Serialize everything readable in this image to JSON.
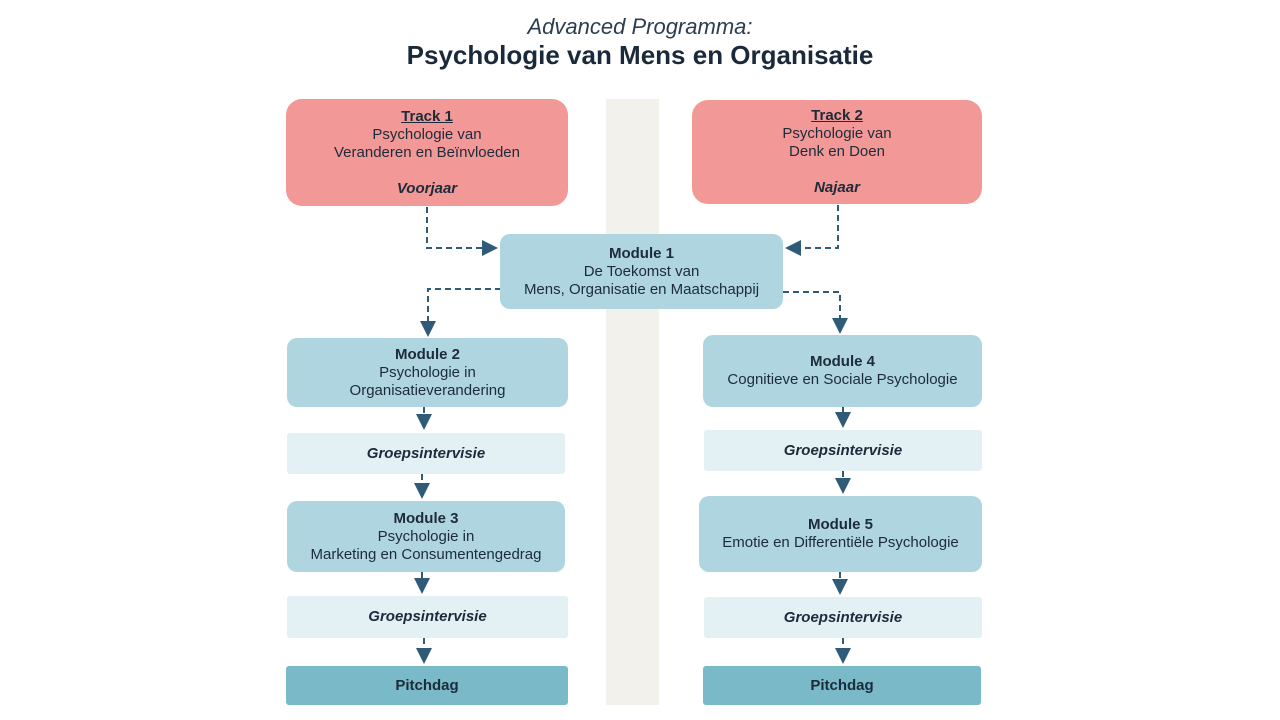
{
  "header": {
    "subtitle": "Advanced Programma:",
    "title": "Psychologie van Mens en Organisatie"
  },
  "track1": {
    "heading": "Track 1",
    "line1": "Psychologie van",
    "line2": "Veranderen en Beïnvloeden",
    "season": "Voorjaar"
  },
  "track2": {
    "heading": "Track 2",
    "line1": "Psychologie van",
    "line2": "Denk en Doen",
    "season": "Najaar"
  },
  "module1": {
    "heading": "Module 1",
    "line1": "De Toekomst van",
    "line2": "Mens, Organisatie en Maatschappij"
  },
  "module2": {
    "heading": "Module 2",
    "line1": "Psychologie in",
    "line2": "Organisatieverandering"
  },
  "module3": {
    "heading": "Module 3",
    "line1": "Psychologie in",
    "line2": "Marketing en Consumentengedrag"
  },
  "module4": {
    "heading": "Module 4",
    "line1": "Cognitieve en Sociale Psychologie"
  },
  "module5": {
    "heading": "Module 5",
    "line1": "Emotie en Differentiële Psychologie"
  },
  "groepsintervisie": "Groepsintervisie",
  "pitchdag": "Pitchdag",
  "colors": {
    "track": "#f29896",
    "module": "#aed5e0",
    "intervisie": "#e3f0f4",
    "pitchdag": "#79b9c8",
    "arrow": "#2f5a78"
  }
}
